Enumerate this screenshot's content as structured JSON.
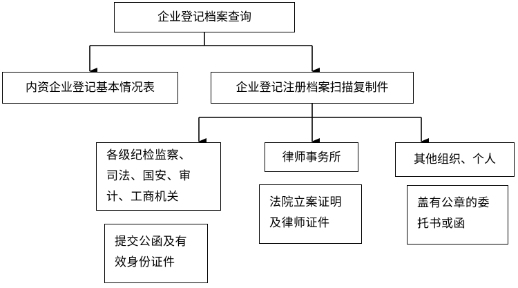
{
  "nodes": {
    "root": "企业登记档案查询",
    "left": "内资企业登记基本情况表",
    "right": "企业登记注册档案扫描复制件",
    "agency": "各级纪检监察、\n司法、国安、审\n计、工商机关",
    "agency_req": "提交公函及有\n效身份证件",
    "lawyer": "律师事务所",
    "lawyer_req": "法院立案证明\n及律师证件",
    "other": "其他组织、个人",
    "other_req": "盖有公章的委\n托书或函"
  }
}
